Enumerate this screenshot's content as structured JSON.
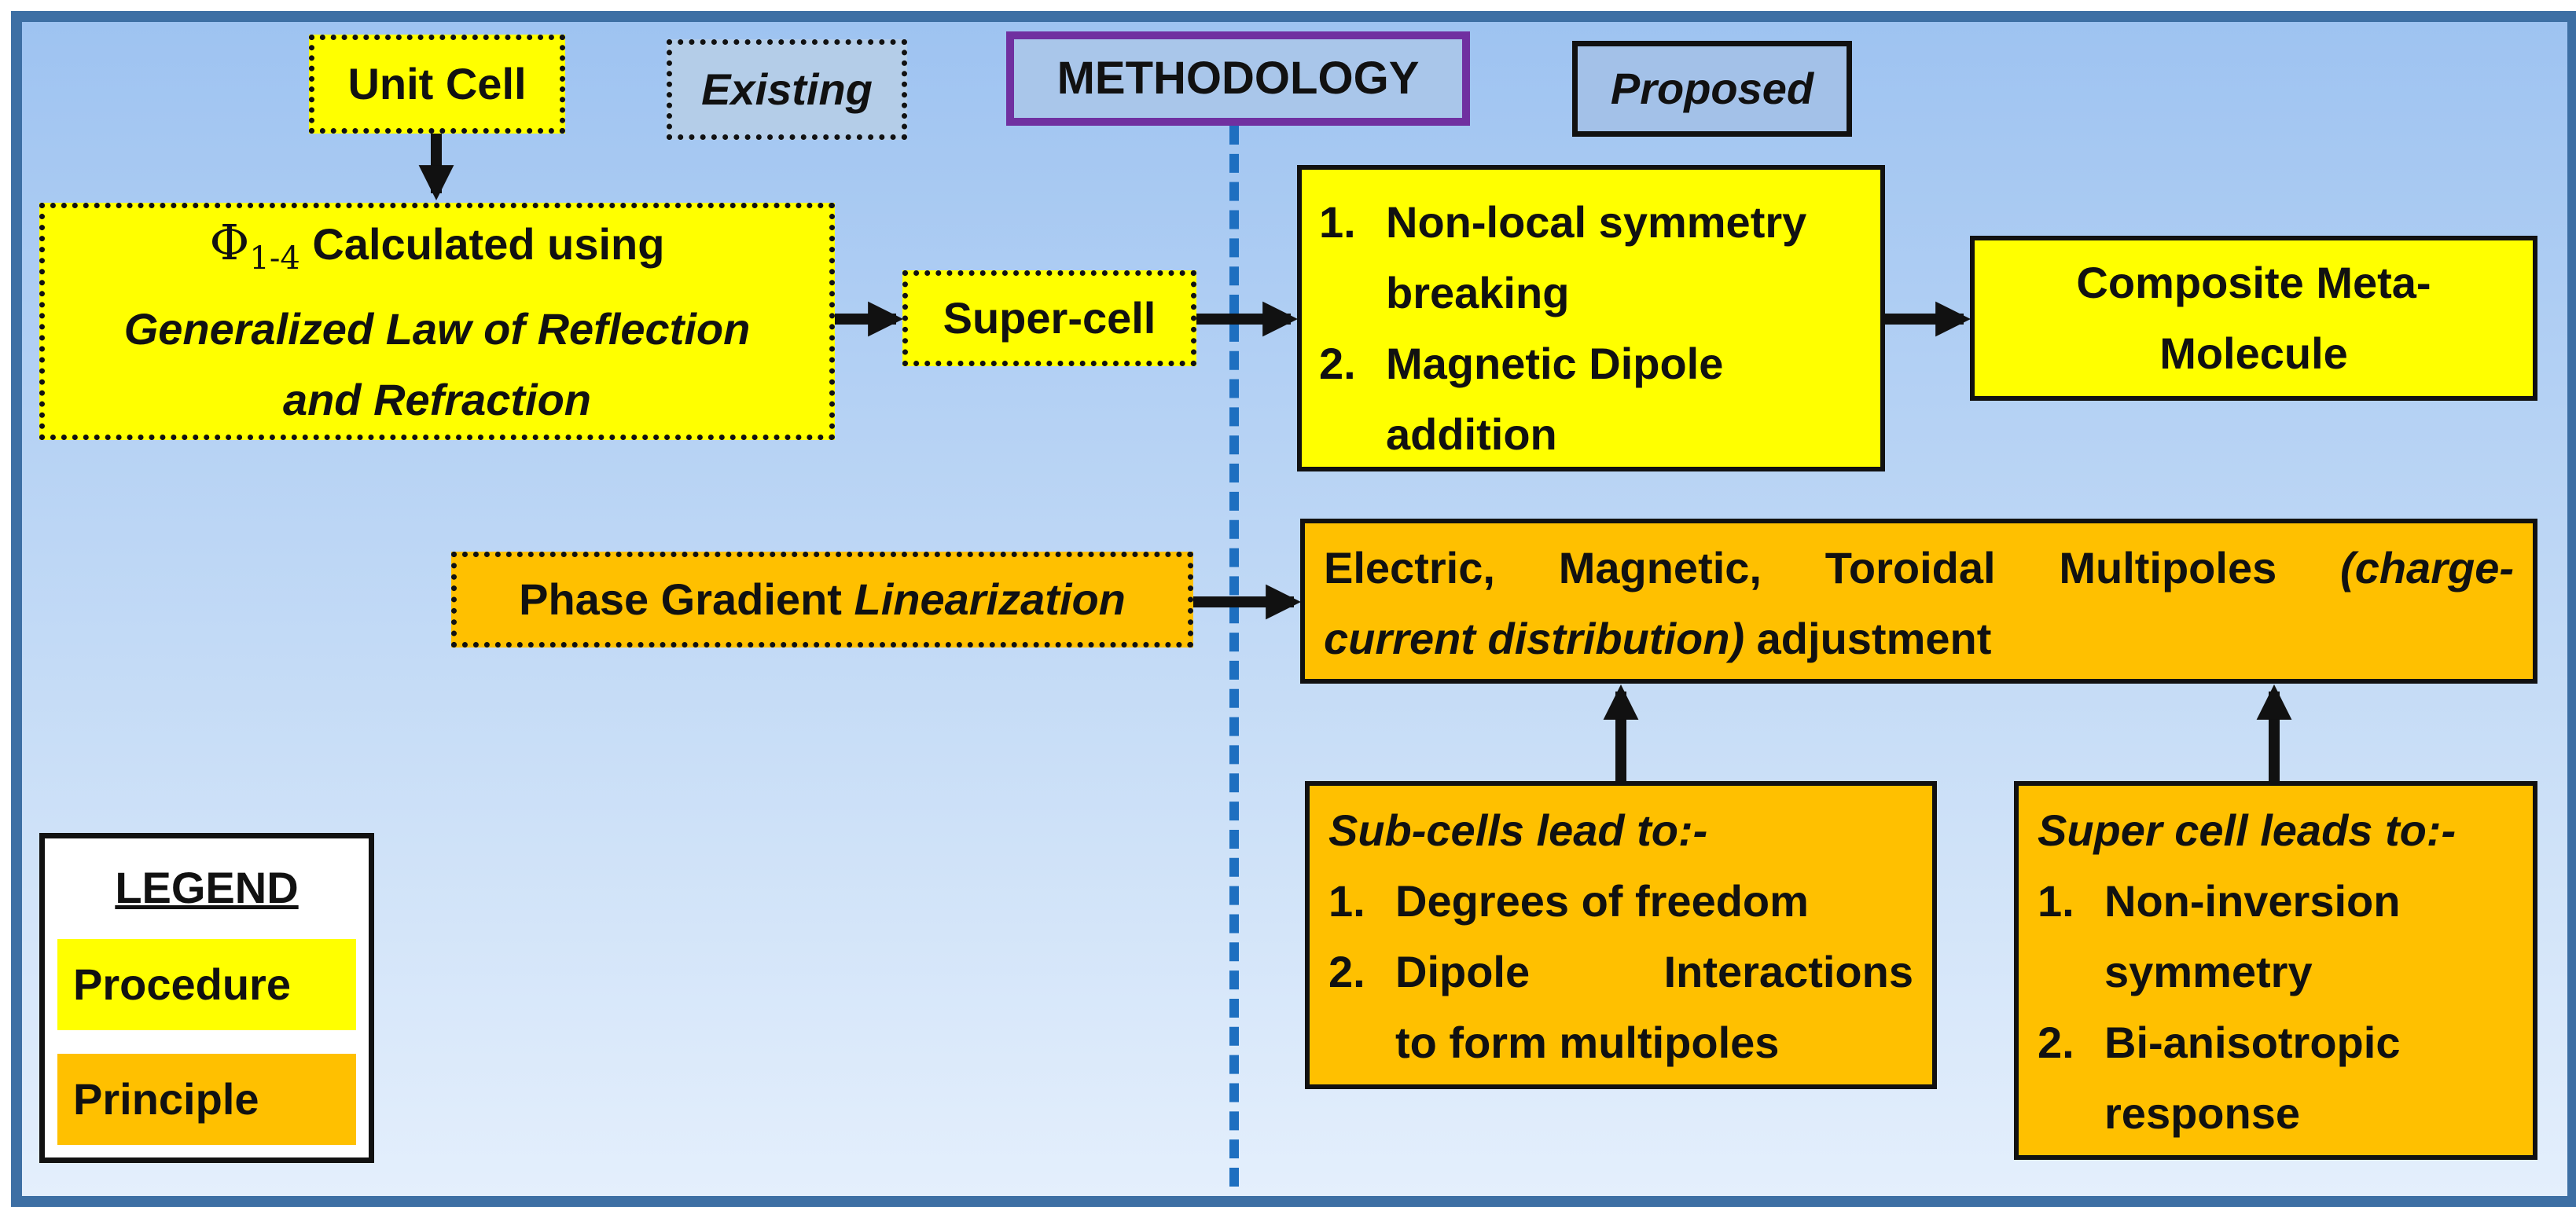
{
  "header": {
    "methodology": "METHODOLOGY",
    "existing": "Existing",
    "proposed": "Proposed"
  },
  "existing": {
    "unit_cell": "Unit Cell",
    "phi_symbol": "Φ",
    "phi_sub": "1-4",
    "calc_line1": " Calculated using",
    "calc_line2": "Generalized Law of Reflection",
    "calc_line3": "and Refraction",
    "super_cell": "Super-cell",
    "phase_prefix": "Phase Gradient ",
    "phase_italic": "Linearization"
  },
  "proposed": {
    "steps": [
      {
        "num": "1.",
        "text": "Non-local symmetry breaking"
      },
      {
        "num": "2.",
        "text": "Magnetic Dipole addition"
      }
    ],
    "composite_line1": "Composite Meta-",
    "composite_line2": "Molecule",
    "multipoles_line1": "Electric, Magnetic, Toroidal Multipoles",
    "multipoles_italic1": " (charge-",
    "multipoles_italic2": "current distribution)",
    "multipoles_rest": " adjustment",
    "subcells_title": "Sub-cells lead to:-",
    "subcells_items": [
      {
        "num": "1.",
        "text": "Degrees of freedom"
      },
      {
        "num": "2.",
        "text_a": "Dipole Interactions",
        "text_b": "to form multipoles"
      }
    ],
    "supercell_title": "Super cell leads to:-",
    "supercell_items": [
      {
        "num": "1.",
        "text": "Non-inversion symmetry"
      },
      {
        "num": "2.",
        "text": "Bi-anisotropic response"
      }
    ]
  },
  "legend": {
    "title": "LEGEND",
    "procedure": "Procedure",
    "principle": "Principle"
  },
  "colors": {
    "procedure": "#ffff00",
    "principle": "#ffc000",
    "frame": "#3d6fa4",
    "divider": "#1e6fc0",
    "methodology_border": "#7030a0"
  }
}
